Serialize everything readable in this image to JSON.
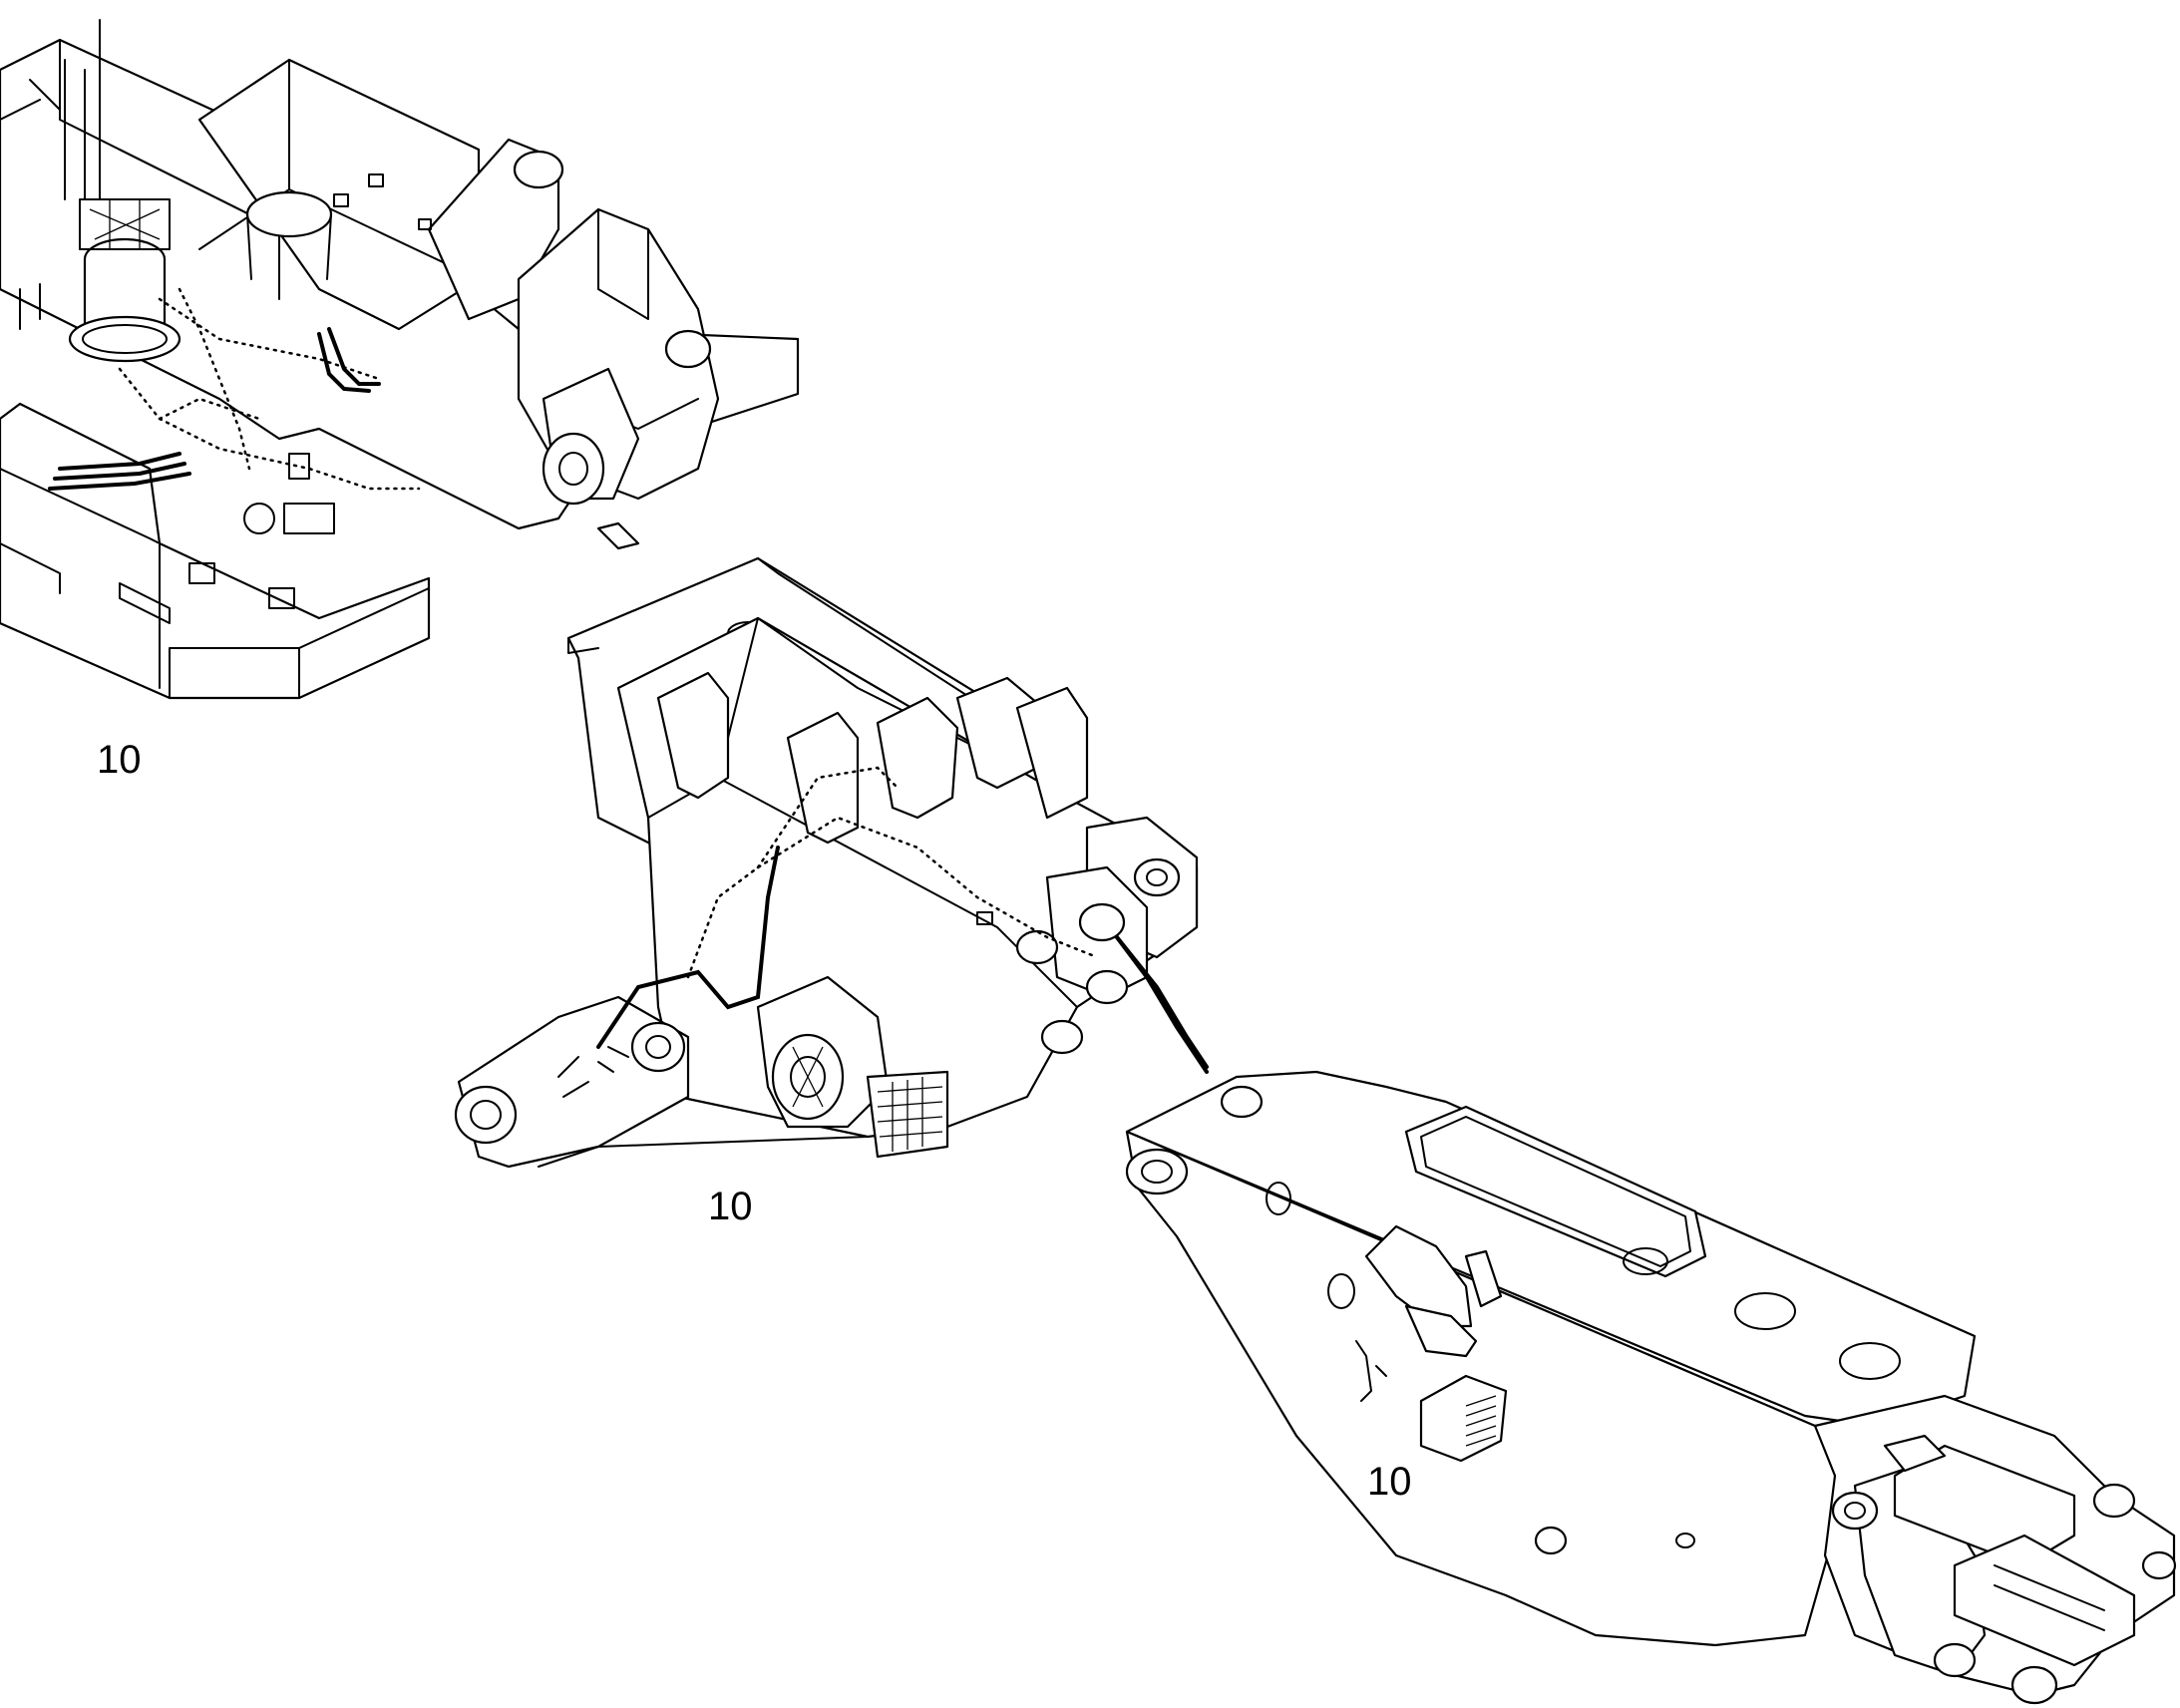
{
  "callouts": [
    {
      "id": "upper-frame",
      "label": "10"
    },
    {
      "id": "swing-bracket",
      "label": "10"
    },
    {
      "id": "boom",
      "label": "10"
    }
  ]
}
